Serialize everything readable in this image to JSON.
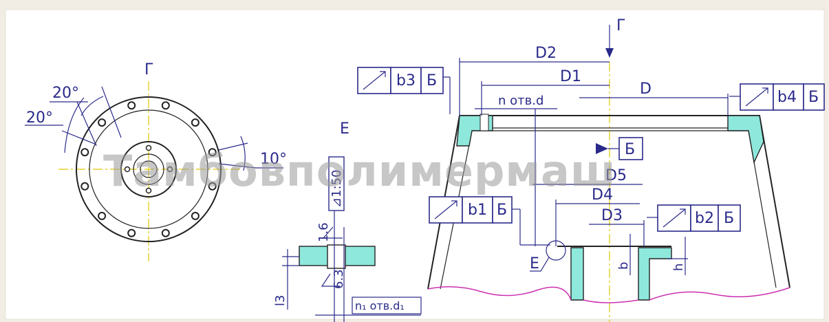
{
  "watermark": "Тамбовполимермаш",
  "colors": {
    "background": "#f1ede4",
    "drawing": "#2a2a8a",
    "centerline": "#e0c800",
    "section_fill": "#8fe8dc",
    "break_line": "#cc2fb0"
  },
  "plan_view": {
    "view_label": "Г",
    "angle_1": "20°",
    "angle_2": "20°",
    "angle_3": "10°"
  },
  "detail_e": {
    "label": "E",
    "taper": "⊿1:50",
    "roughness_1": "1.6",
    "roughness_2": "6.3",
    "dim_l3": "l3",
    "holes_label": "n₁ отв.d₁"
  },
  "section_view": {
    "view_arrow_label": "Г",
    "dim_d2": "D2",
    "dim_d1": "D1",
    "dim_d": "D",
    "dim_d5": "D5",
    "dim_d4": "D4",
    "dim_d3": "D3",
    "holes_label": "n отв.d",
    "detail_ref": "E",
    "dim_b": "b",
    "dim_h": "h",
    "datum_label": "Б",
    "tol_b3": {
      "symbol": "runout",
      "value": "b3",
      "datum": "Б"
    },
    "tol_b4": {
      "symbol": "runout",
      "value": "b4",
      "datum": "Б"
    },
    "tol_b1": {
      "symbol": "runout",
      "value": "b1",
      "datum": "Б"
    },
    "tol_b2": {
      "symbol": "runout",
      "value": "b2",
      "datum": "Б"
    }
  }
}
